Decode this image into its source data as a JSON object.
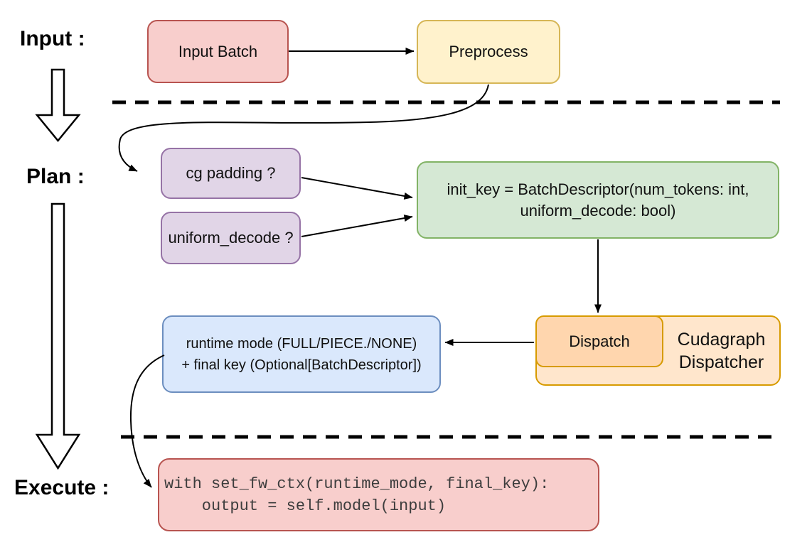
{
  "section_labels": {
    "input": "Input :",
    "plan": "Plan :",
    "execute": "Execute :"
  },
  "nodes": {
    "input_batch": {
      "label": "Input Batch"
    },
    "preprocess": {
      "label": "Preprocess"
    },
    "cg_padding": {
      "label": "cg padding ?"
    },
    "uniform_decode": {
      "label": "uniform_decode ?"
    },
    "init_key": {
      "line1": "init_key = BatchDescriptor(num_tokens: int,",
      "line2": "uniform_decode: bool)"
    },
    "runtime_mode": {
      "line1": "runtime mode (FULL/PIECE./NONE)",
      "line2": "+ final key (Optional[BatchDescriptor])"
    },
    "dispatch": {
      "label": "Dispatch"
    },
    "cudagraph_dispatcher": {
      "line1": "Cudagraph",
      "line2": "Dispatcher"
    },
    "execute_code": {
      "line1": "with set_fw_ctx(runtime_mode, final_key):",
      "line2": "    output = self.model(input)"
    }
  },
  "colors": {
    "red_fill": "#f8cecc",
    "red_stroke": "#b85450",
    "yellow_fill": "#fff2cc",
    "yellow_stroke": "#d6b656",
    "purple_fill": "#e1d5e7",
    "purple_stroke": "#9673a6",
    "green_fill": "#d5e8d4",
    "green_stroke": "#82b366",
    "blue_fill": "#dae8fc",
    "blue_stroke": "#6c8ebf",
    "orange_fill": "#ffe6cc",
    "orange_inner_fill": "#ffd6ae",
    "orange_stroke": "#d79b00",
    "connector": "#000000",
    "background": "#ffffff"
  }
}
